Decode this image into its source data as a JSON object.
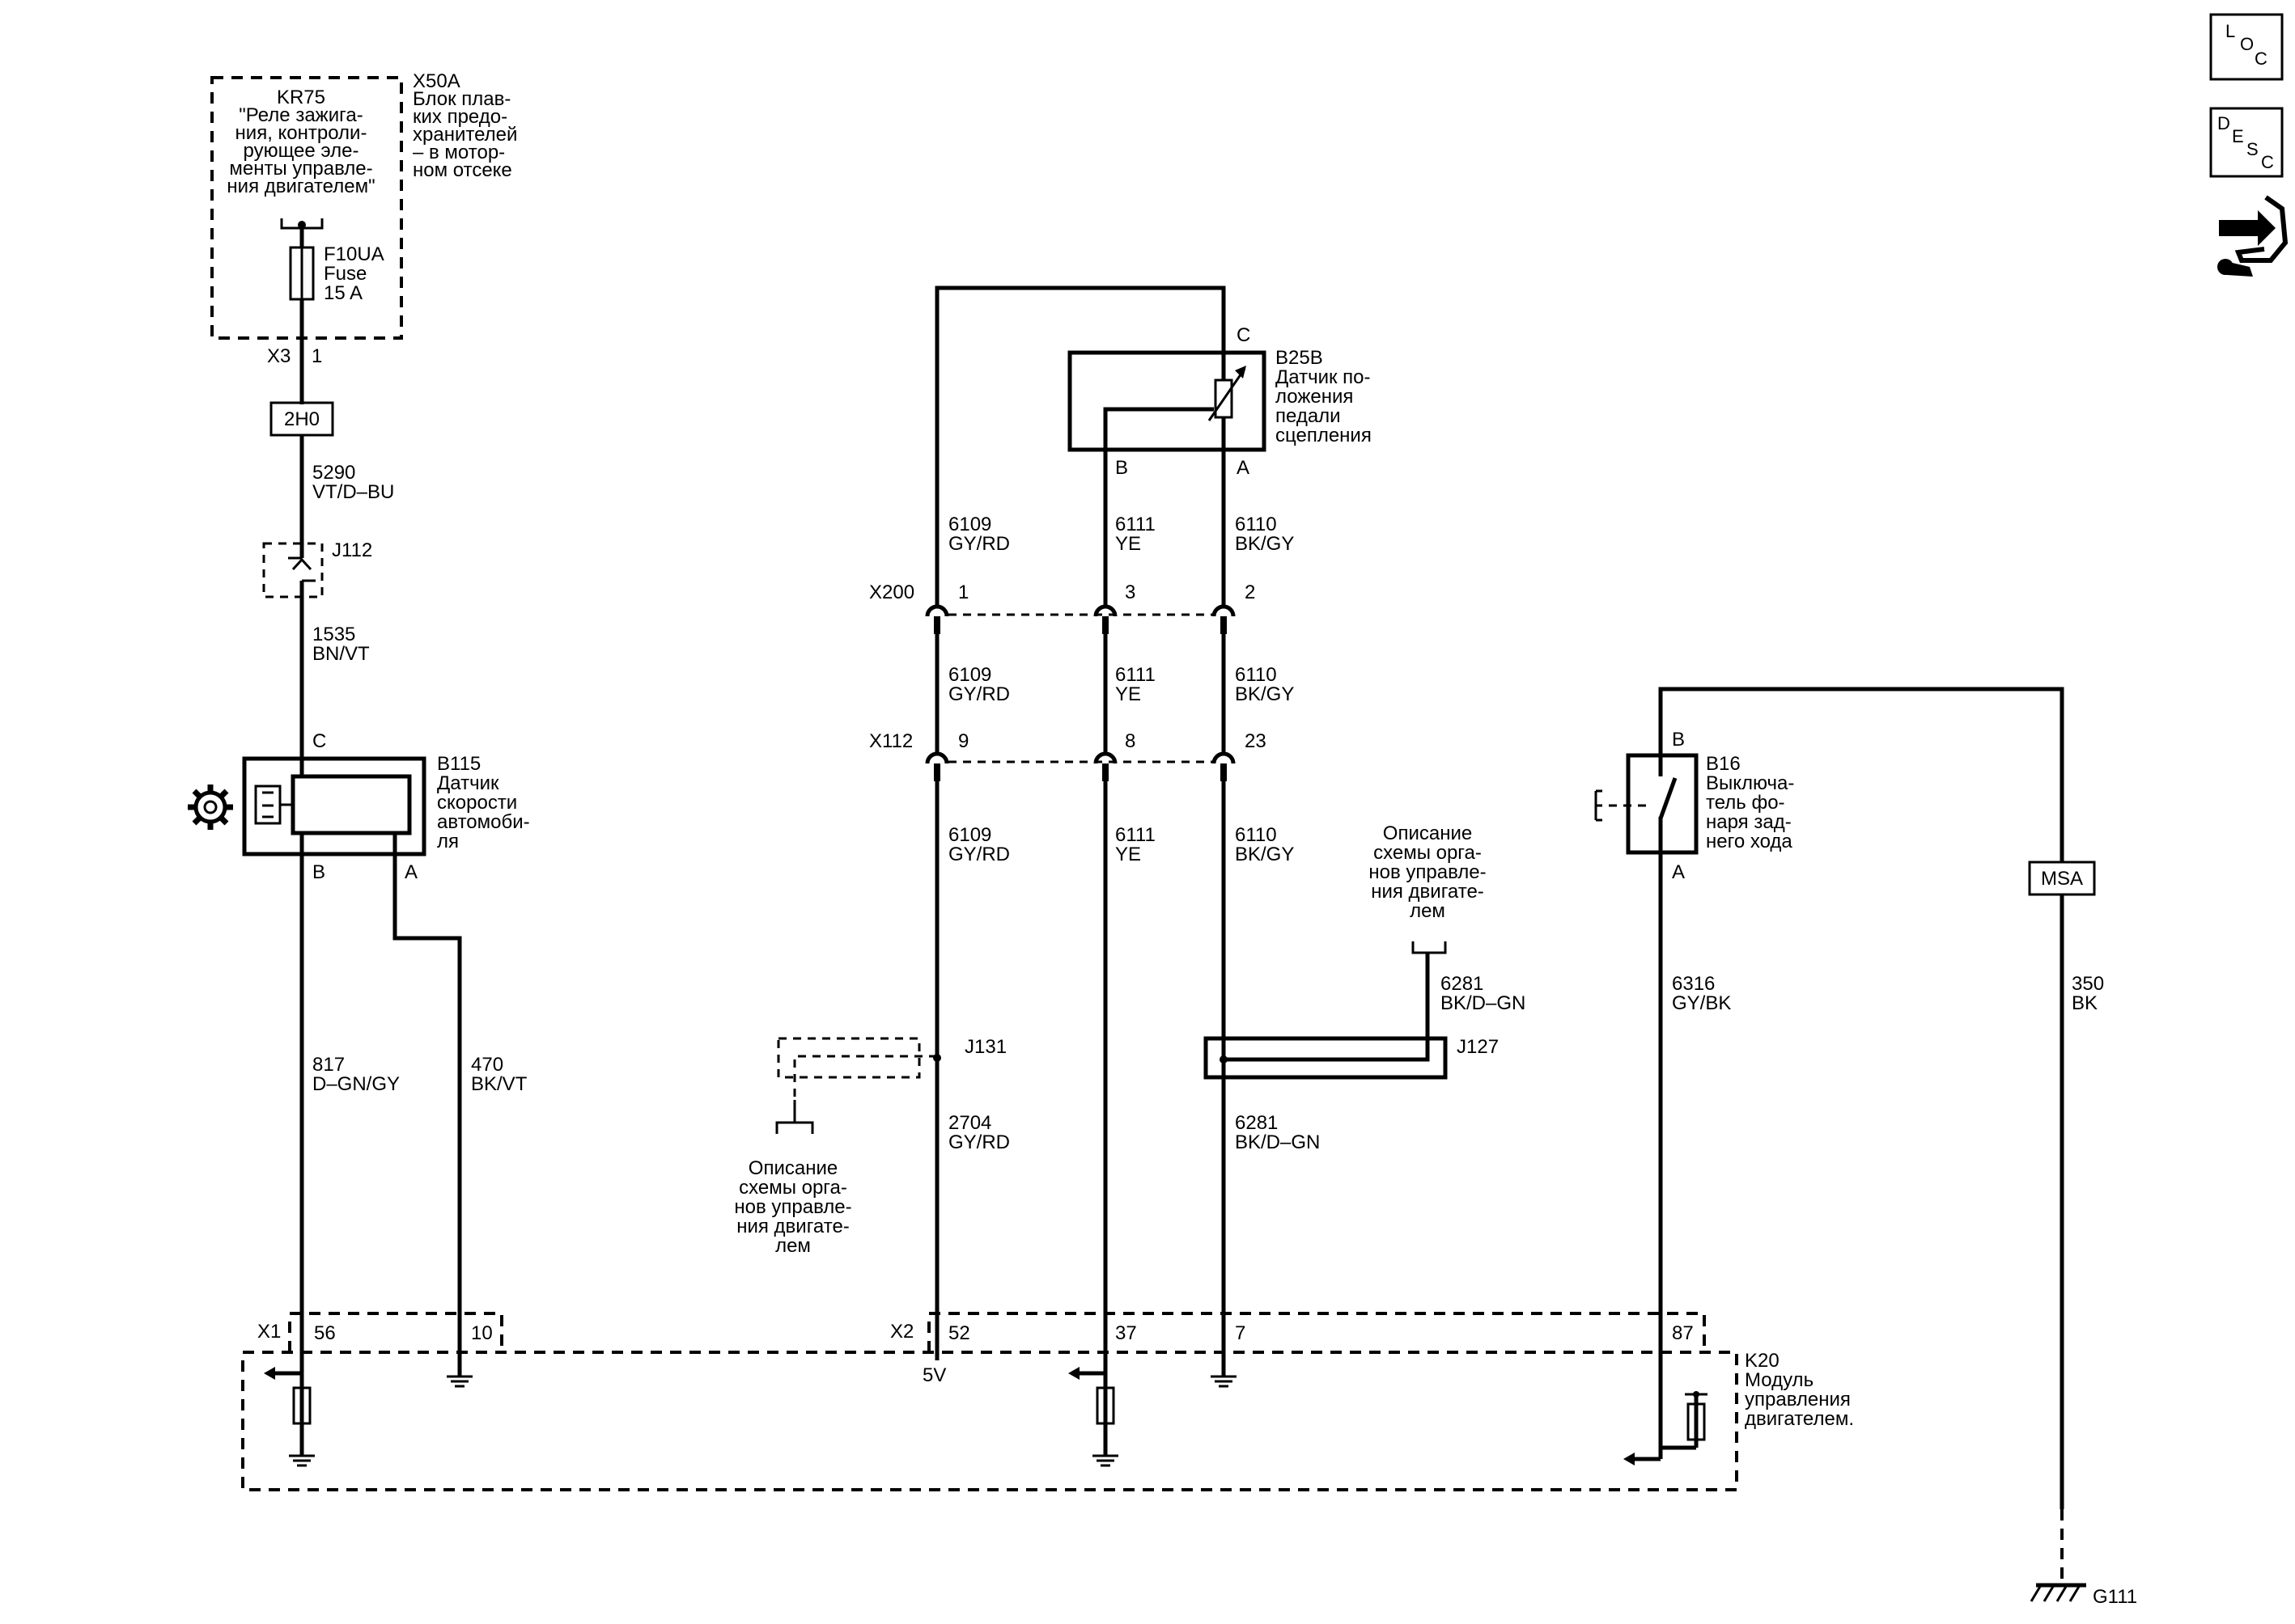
{
  "nav": {
    "loc": [
      "L",
      "O",
      "C"
    ],
    "desc": [
      "D",
      "E",
      "S",
      "C"
    ]
  },
  "comps": {
    "kr75": [
      "KR75",
      "\"Реле зажига-",
      "ния, контроли-",
      "рующее эле-",
      "менты управле-",
      "ния двигателем\""
    ],
    "x50a": [
      "X50A",
      "Блок плав-",
      "ких предо-",
      "хранителей",
      "– в мотор-",
      "ном отсеке"
    ],
    "fuse": [
      "F10UA",
      "Fuse",
      "15 A"
    ],
    "b25b": [
      "B25B",
      "Датчик по-",
      "ложения",
      "педали",
      "сцепления"
    ],
    "b115": [
      "B115",
      "Датчик",
      "скорости",
      "автомоби-",
      "ля"
    ],
    "b16": [
      "B16",
      "Выключа-",
      "тель фо-",
      "наря зад-",
      "него хода"
    ],
    "k20": [
      "K20",
      "Модуль",
      "управления",
      "двигателем."
    ],
    "desc1": [
      "Описание",
      "схемы орга-",
      "нов управле-",
      "ния двигате-",
      "лем"
    ],
    "desc2": [
      "Описание",
      "схемы орга-",
      "нов управле-",
      "ния двигате-",
      "лем"
    ]
  },
  "labels": {
    "x3": "X3",
    "x3_pin": "1",
    "h2h0": "2H0",
    "j112": "J112",
    "j131": "J131",
    "j127": "J127",
    "x200": "X200",
    "x112": "X112",
    "x1": "X1",
    "x2": "X2",
    "msa": "MSA",
    "g111": "G111",
    "v5": "5V",
    "p_c1": "C",
    "p_b1": "B",
    "p_a1": "A",
    "p_c2": "C",
    "p_b2": "B",
    "p_a2": "A",
    "p_b3": "B",
    "p_a3": "A",
    "x200_1": "1",
    "x200_3": "3",
    "x200_2": "2",
    "x112_9": "9",
    "x112_8": "8",
    "x112_23": "23",
    "x1_56": "56",
    "x1_10": "10",
    "x2_52": "52",
    "x2_37": "37",
    "x2_7": "7",
    "x2_87": "87"
  },
  "wires": {
    "w5290": [
      "5290",
      "VT/D–BU"
    ],
    "w1535": [
      "1535",
      "BN/VT"
    ],
    "w817": [
      "817",
      "D–GN/GY"
    ],
    "w470": [
      "470",
      "BK/VT"
    ],
    "w6109a": [
      "6109",
      "GY/RD"
    ],
    "w6111a": [
      "6111",
      "YE"
    ],
    "w6110a": [
      "6110",
      "BK/GY"
    ],
    "w6109b": [
      "6109",
      "GY/RD"
    ],
    "w6111b": [
      "6111",
      "YE"
    ],
    "w6110b": [
      "6110",
      "BK/GY"
    ],
    "w6109c": [
      "6109",
      "GY/RD"
    ],
    "w6111c": [
      "6111",
      "YE"
    ],
    "w6110c": [
      "6110",
      "BK/GY"
    ],
    "w6281a": [
      "6281",
      "BK/D–GN"
    ],
    "w6281b": [
      "6281",
      "BK/D–GN"
    ],
    "w2704": [
      "2704",
      "GY/RD"
    ],
    "w6316": [
      "6316",
      "GY/BK"
    ],
    "w350": [
      "350",
      "BK"
    ]
  }
}
